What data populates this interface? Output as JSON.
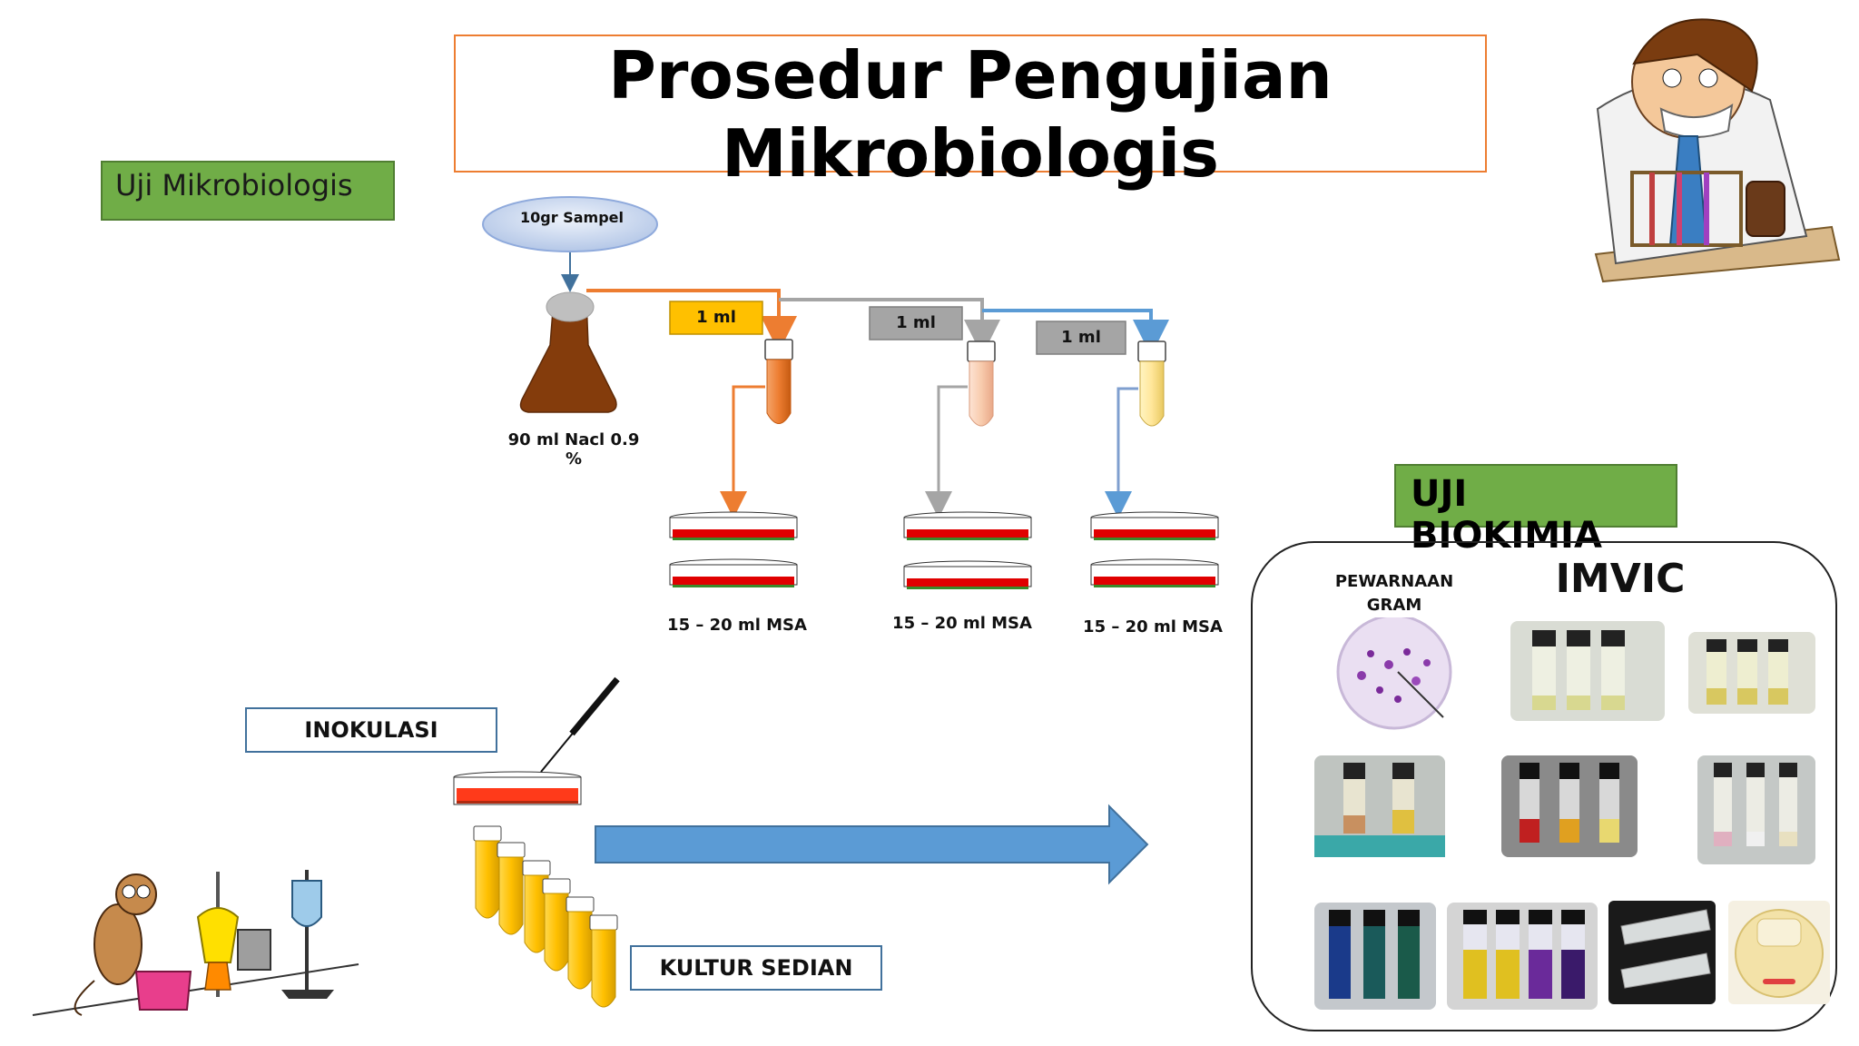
{
  "slide": {
    "title_line1": "Prosedur Pengujian",
    "title_line2": "Mikrobiologis",
    "section_left_label": "Uji Mikrobiologis",
    "section_right_label": "UJI BIOKIMIA"
  },
  "flow": {
    "sample_label": "10gr Sampel",
    "flask_label": "90 ml Nacl 0.9 %",
    "transfer_labels": [
      "1 ml",
      "1 ml",
      "1 ml"
    ],
    "plate_labels": [
      "15 – 20 ml MSA",
      "15 – 20 ml MSA",
      "15 – 20 ml MSA"
    ],
    "inoculation_label": "INOKULASI",
    "culture_label": "KULTUR SEDIAN"
  },
  "biochem": {
    "gram_label_line1": "PEWARNAAN",
    "gram_label_line2": "GRAM",
    "imvic_label": "IMVIC"
  },
  "colors": {
    "orange": "#ed7d31",
    "gray": "#a5a5a5",
    "blue": "#5b9bd5",
    "green": "#70ad47",
    "yellow": "#ffc000",
    "arrow_blue": "#5b9bd5"
  }
}
